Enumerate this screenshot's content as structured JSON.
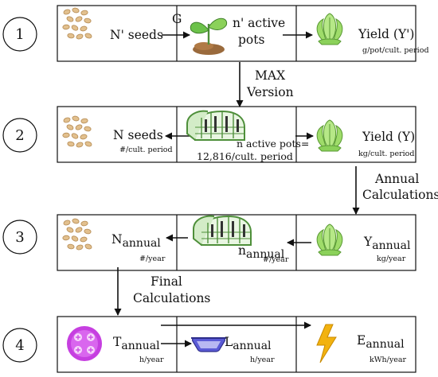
{
  "steps": [
    {
      "number": "1",
      "cells": [
        {
          "label": "N' seeds",
          "unit": "",
          "icon": "seeds-icon"
        },
        {
          "label_lines": [
            "n' active",
            "pots"
          ],
          "unit": "",
          "icon": "sprout-icon"
        },
        {
          "label": "Yield (Y')",
          "unit": "g/pot/cult. period",
          "icon": "lettuce-icon"
        }
      ],
      "arrow_label": "G"
    },
    {
      "number": "2",
      "cells": [
        {
          "label": "N seeds",
          "unit": "#/cult. period",
          "icon": "seeds-icon"
        },
        {
          "label_lines": [
            "n active pots=",
            "12,816/cult. period"
          ],
          "unit": "",
          "icon": "greenhouse-icon"
        },
        {
          "label": "Yield (Y)",
          "unit": "kg/cult. period",
          "icon": "lettuce-icon"
        }
      ]
    },
    {
      "number": "3",
      "cells": [
        {
          "base": "N",
          "sub": "annual",
          "unit": "#/year",
          "icon": "seeds-icon"
        },
        {
          "base": "n",
          "sub": "annual",
          "unit": "#/year",
          "icon": "greenhouse-icon"
        },
        {
          "base": "Y",
          "sub": "annual",
          "unit": "kg/year",
          "icon": "lettuce-icon"
        }
      ]
    },
    {
      "number": "4",
      "cells": [
        {
          "base": "T",
          "sub": "annual",
          "unit": "h/year",
          "icon": "fan-icon"
        },
        {
          "base": "L",
          "sub": "annual",
          "unit": "h/year",
          "icon": "grow-light-icon"
        },
        {
          "base": "E",
          "sub": "annual",
          "unit": "kWh/year",
          "icon": "lightning-icon"
        }
      ]
    }
  ],
  "connectors": [
    {
      "lines": [
        "MAX",
        "Version"
      ]
    },
    {
      "lines": [
        "Annual",
        "Calculations"
      ]
    },
    {
      "lines": [
        "Final",
        "Calculations"
      ]
    }
  ],
  "colors": {
    "seed": "#e2c08e",
    "plant_green": "#8bd15a",
    "soil": "#9a6a3c",
    "greenhouse": "#4e8f3a",
    "fan": "#c63fe0",
    "lightning": "#f2b20f",
    "grow_light": "#5b5bd6"
  }
}
